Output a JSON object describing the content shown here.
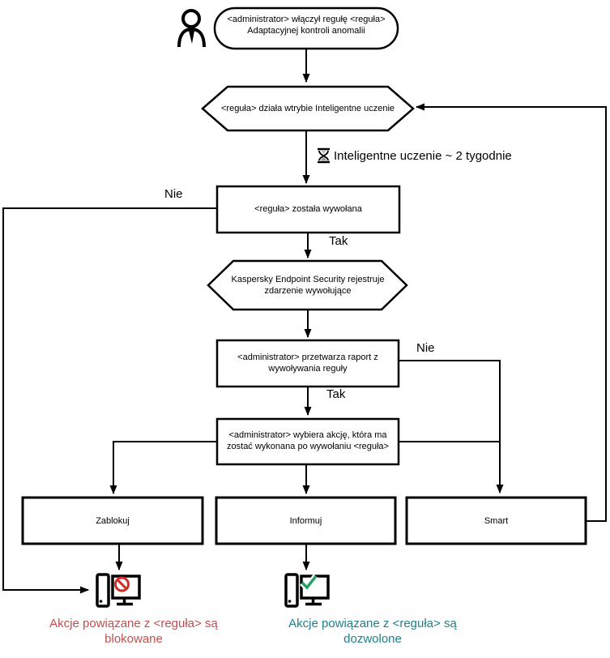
{
  "diagram": {
    "start_node": {
      "line1": "<administrator> włączył regułę <reguła>",
      "line2": "Adaptacyjnej kontroli anomalii"
    },
    "smart_learning_node": "<reguła> działa wtrybie Inteligentne uczenie",
    "timer_label": "Inteligentne uczenie ~ 2 tygodnie",
    "rule_triggered_node": "<reguła> została wywołana",
    "kes_registers_node": {
      "line1": "Kaspersky Endpoint Security rejestruje",
      "line2": "zdarzenie wywołujące"
    },
    "admin_report_node": {
      "line1": "<administrator> przetwarza raport z",
      "line2": "wywoływania reguły"
    },
    "admin_action_node": {
      "line1": "<administrator> wybiera akcję, która ma",
      "line2": "zostać wykonana po wywołaniu <reguła>"
    },
    "action_boxes": {
      "block": "Zablokuj",
      "inform": "Informuj",
      "smart": "Smart"
    },
    "edge_labels": {
      "no_top": "Nie",
      "yes_top": "Tak",
      "no_right": "Nie",
      "yes_bottom": "Tak"
    },
    "blocked_caption": {
      "line1": "Akcje powiązane z <reguła> są",
      "line2": "blokowane"
    },
    "allowed_caption": {
      "line1": "Akcje powiązane z <reguła> są",
      "line2": "dozwolone"
    },
    "icons": {
      "person": "person-icon",
      "hourglass": "hourglass-icon",
      "computer_blocked": "computer-blocked-icon",
      "computer_allowed": "computer-allowed-icon"
    },
    "colors": {
      "line": "#000000",
      "blocked_text": "#c0504d",
      "allowed_text": "#1f808a",
      "prohibit_icon": "#d02e26",
      "check_icon": "#27a163"
    }
  }
}
